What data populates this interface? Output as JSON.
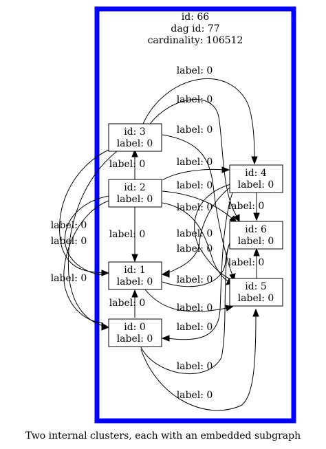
{
  "cluster": {
    "header_line1": "id: 66",
    "header_line2": "dag id: 77",
    "header_line3": "cardinality: 106512",
    "border_color": "#0000ff"
  },
  "caption": "Two internal clusters, each with an embedded subgraph",
  "nodes": [
    {
      "key": "n3",
      "line1": "id: 3",
      "line2": "label: 0"
    },
    {
      "key": "n2",
      "line1": "id: 2",
      "line2": "label: 0"
    },
    {
      "key": "n4",
      "line1": "id: 4",
      "line2": "label: 0"
    },
    {
      "key": "n6",
      "line1": "id: 6",
      "line2": "label: 0"
    },
    {
      "key": "n1",
      "line1": "id: 1",
      "line2": "label: 0"
    },
    {
      "key": "n5",
      "line1": "id: 5",
      "line2": "label: 0"
    },
    {
      "key": "n0",
      "line1": "id: 0",
      "line2": "label: 0"
    }
  ],
  "edge_labels": [
    "label: 0",
    "label: 0",
    "label: 0",
    "label: 0",
    "label: 0",
    "label: 0",
    "label: 0",
    "label: 0",
    "label: 0",
    "label: 0",
    "label: 0",
    "label: 0",
    "label: 0",
    "label: 0",
    "label: 0",
    "label: 0",
    "label: 0",
    "label: 0",
    "label: 0",
    "label: 0",
    "label: 0",
    "label: 0"
  ]
}
